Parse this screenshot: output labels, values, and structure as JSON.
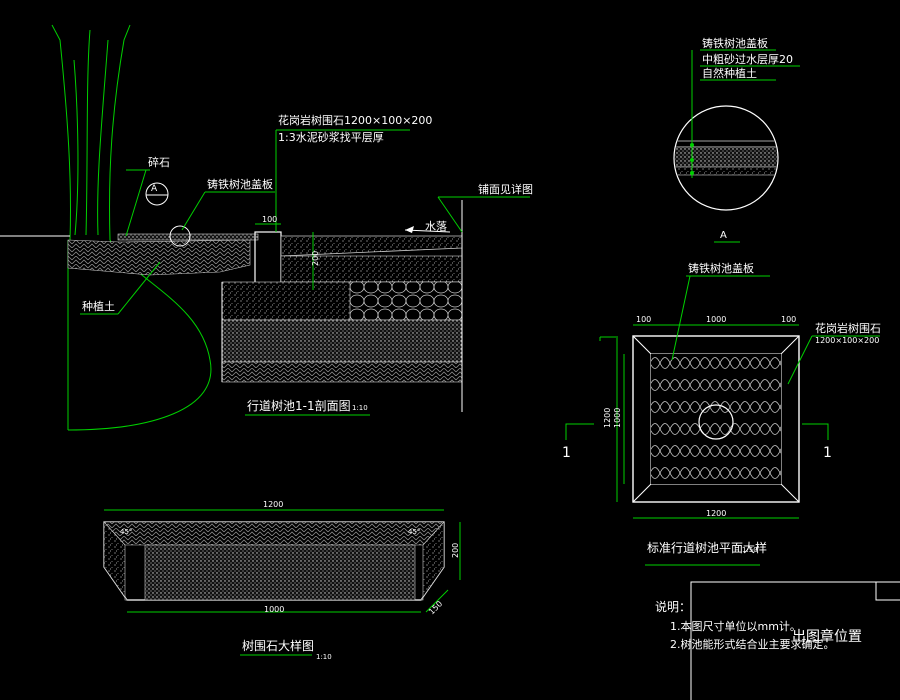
{
  "section_view": {
    "title": "行道树池1-1剖面图",
    "scale": "1:10",
    "labels": {
      "gravel": "碎石",
      "detail_marker": "A",
      "cast_iron_cover": "铸铁树池盖板",
      "granite_curb_line1": "花岗岩树围石1200×100×200",
      "granite_curb_line2": "1:3水泥砂浆找平层厚",
      "paving_ref": "铺面见详图",
      "water_flow": "水落",
      "planting_soil": "种植土",
      "dim_width": "100",
      "dim_height": "200"
    }
  },
  "detail_a": {
    "marker": "A",
    "notes": [
      "铸铁树池盖板",
      "中粗砂过水层厚20",
      "自然种植土"
    ]
  },
  "plan_view": {
    "title": "标准行道树池平面大样",
    "scale": "1:50",
    "cover_label": "铸铁树池盖板",
    "granite_label_line1": "花岗岩树围石",
    "granite_label_line2": "1200×100×200",
    "dims_top": [
      "100",
      "1000",
      "100"
    ],
    "dims_left": [
      "1200",
      "1000"
    ],
    "dim_bottom": "1200",
    "section_marks": [
      "1",
      "1"
    ]
  },
  "curb_detail": {
    "title": "树围石大样图",
    "scale": "1:10",
    "dim_top": "1200",
    "dim_bottom": "1000",
    "dim_right": "200",
    "dim_diag": "150",
    "corner": "45°"
  },
  "notes": {
    "heading": "说明：",
    "items": [
      "1.本图尺寸单位以mm计。",
      "2.树池能形式结合业主要求确定。"
    ],
    "stamp_text": "出图章位置"
  }
}
